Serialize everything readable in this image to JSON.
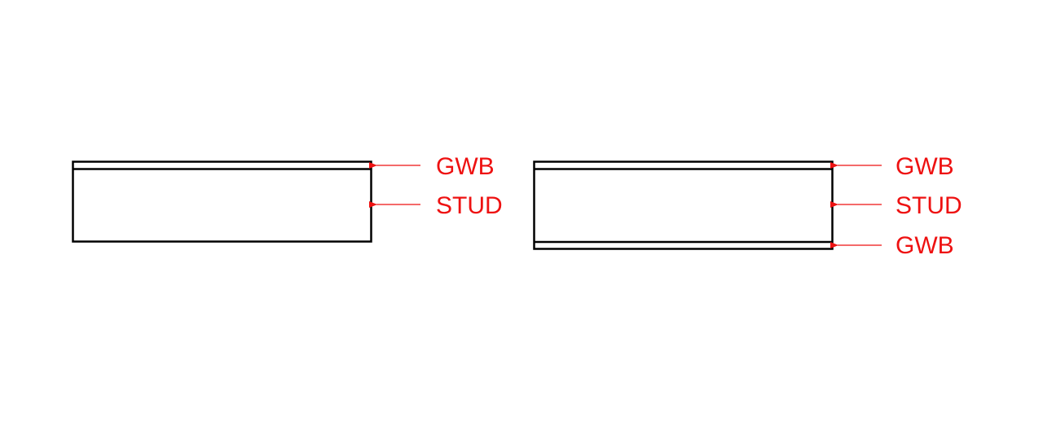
{
  "colors": {
    "annotation": "#ee1111",
    "outline": "#000000",
    "background": "#ffffff"
  },
  "diagrams": [
    {
      "name": "single-sided-wall",
      "layers": [
        "GWB",
        "STUD"
      ],
      "labels": {
        "top": "GWB",
        "middle": "STUD"
      }
    },
    {
      "name": "double-sided-wall",
      "layers": [
        "GWB",
        "STUD",
        "GWB"
      ],
      "labels": {
        "top": "GWB",
        "middle": "STUD",
        "bottom": "GWB"
      }
    }
  ]
}
